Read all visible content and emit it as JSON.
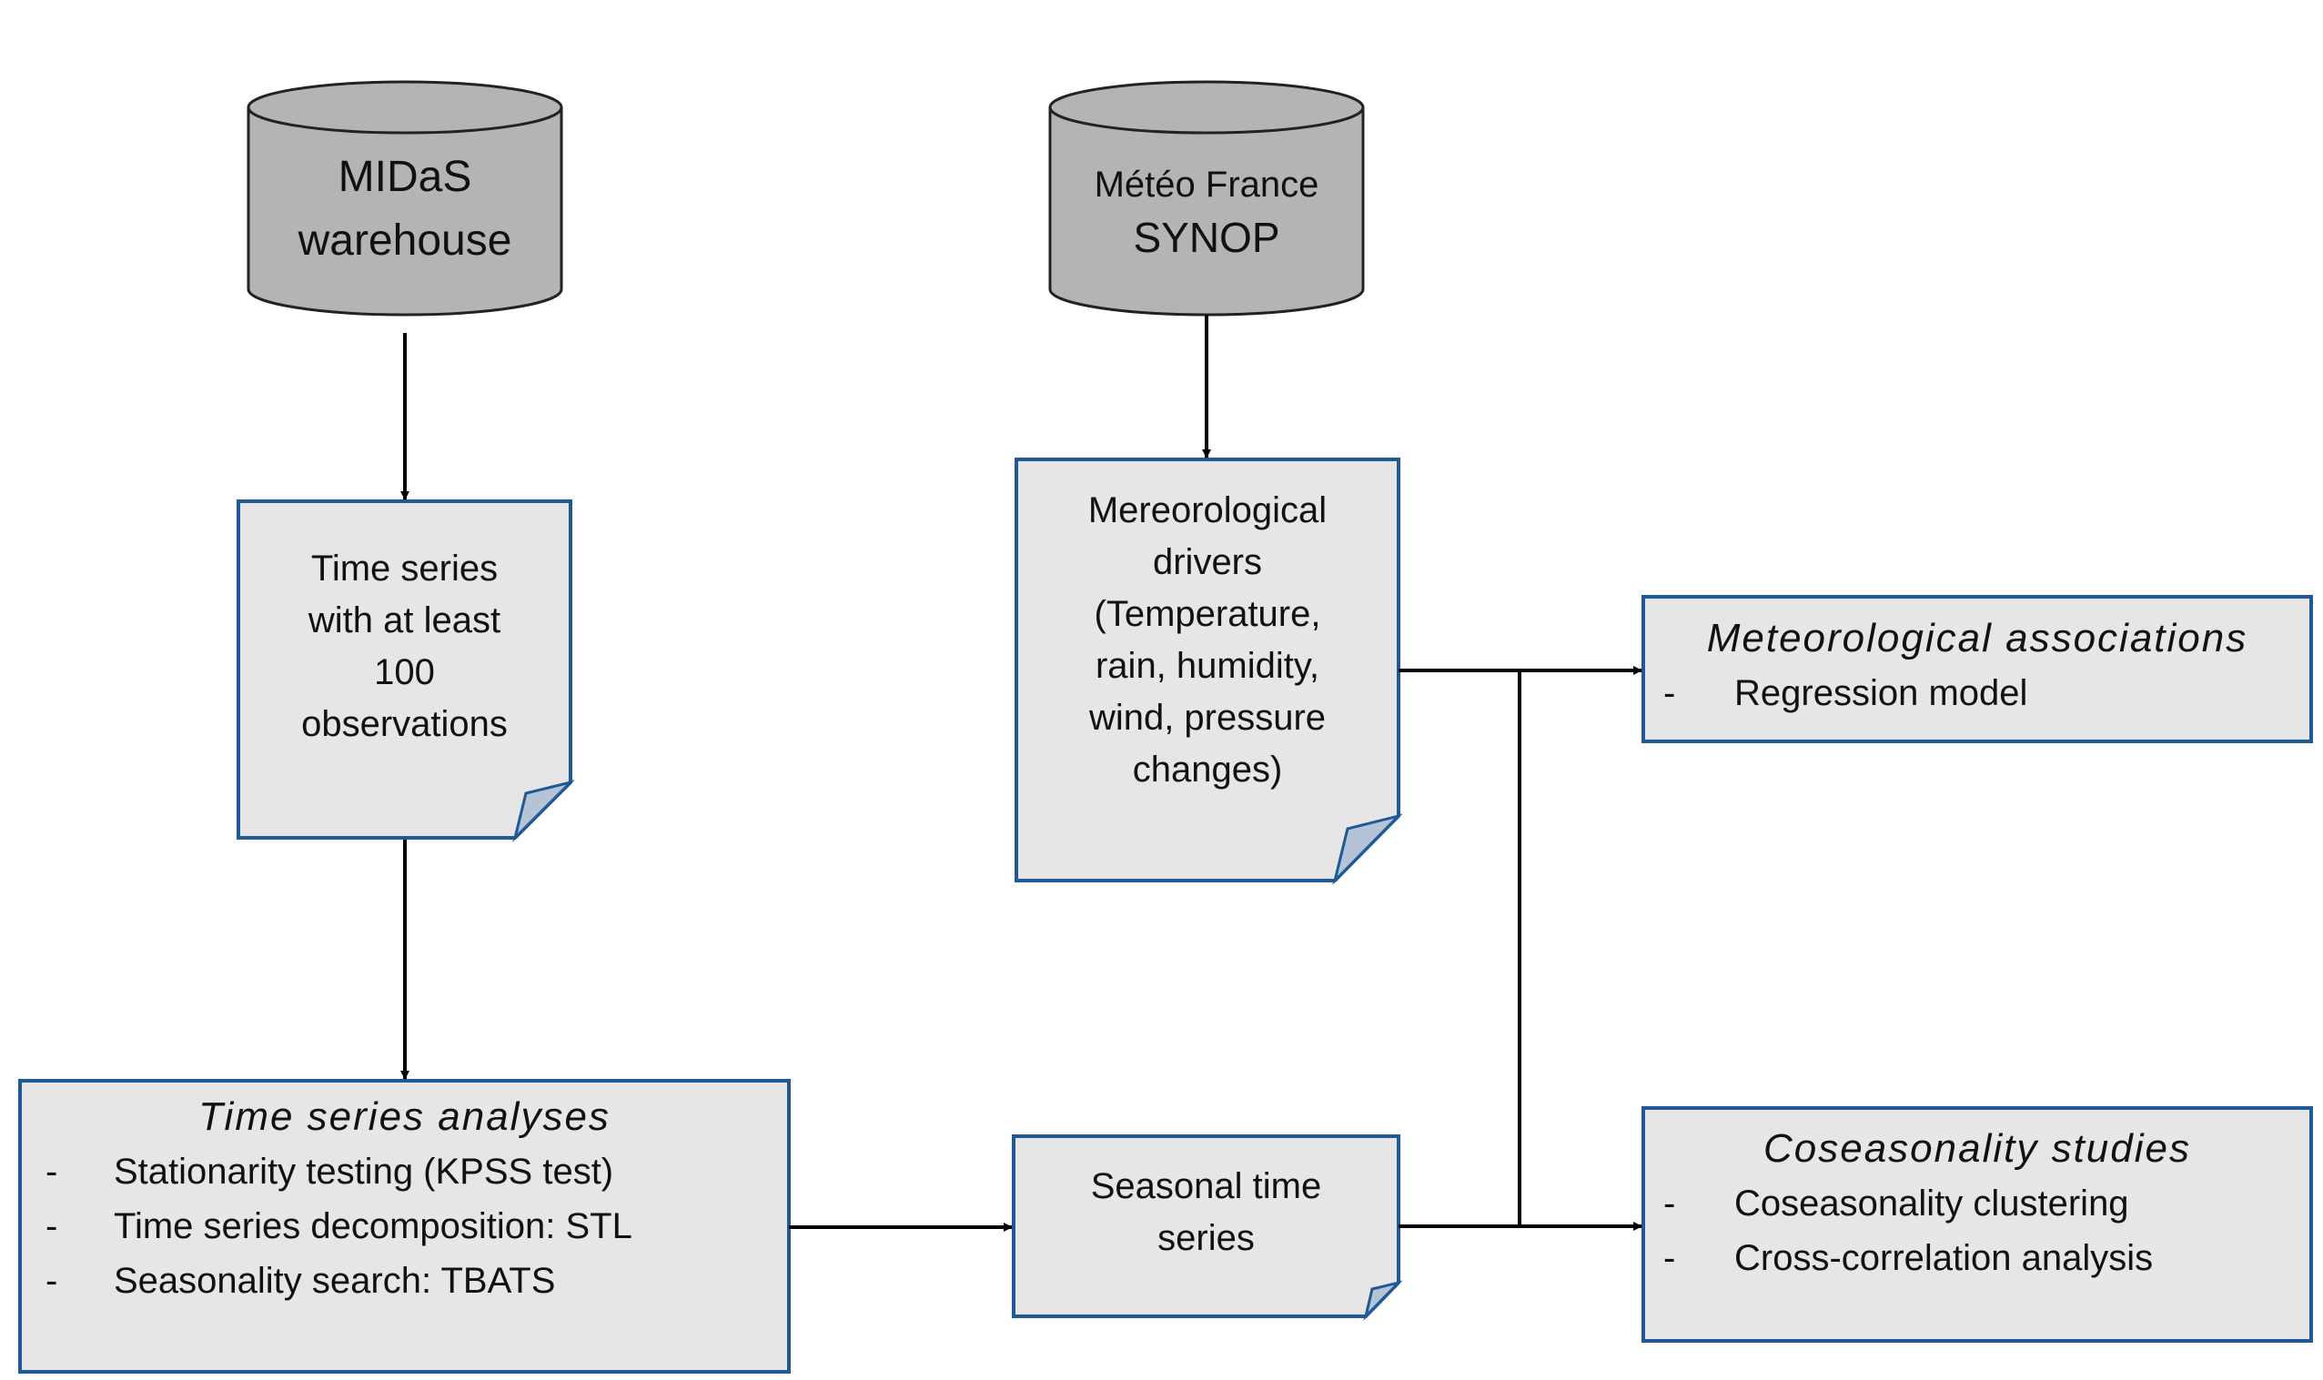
{
  "sources": {
    "midas": {
      "line1": "MIDaS",
      "line2": "warehouse"
    },
    "meteo": {
      "line1": "Météo France",
      "line2": "SYNOP"
    }
  },
  "documents": {
    "time_series": [
      "Time series",
      "with at least",
      "100",
      "observations"
    ],
    "meteo_drivers": [
      "Mereorological",
      "drivers",
      "(Temperature,",
      "rain, humidity,",
      "wind, pressure",
      "changes)"
    ],
    "seasonal": [
      "Seasonal time",
      "series"
    ]
  },
  "panels": {
    "analyses": {
      "title": "Time series analyses",
      "items": [
        "Stationarity testing (KPSS test)",
        "Time series decomposition: STL",
        "Seasonality search: TBATS"
      ]
    },
    "associations": {
      "title": "Meteorological associations",
      "items": [
        "Regression model"
      ]
    },
    "coseasonality": {
      "title": "Coseasonality studies",
      "items": [
        "Coseasonality clustering",
        "Cross-correlation analysis"
      ]
    }
  },
  "colors": {
    "box_fill": "#e6e6e6",
    "box_border": "#1f5a96",
    "cylinder_fill": "#b4b4b4",
    "arrow": "#000000"
  }
}
